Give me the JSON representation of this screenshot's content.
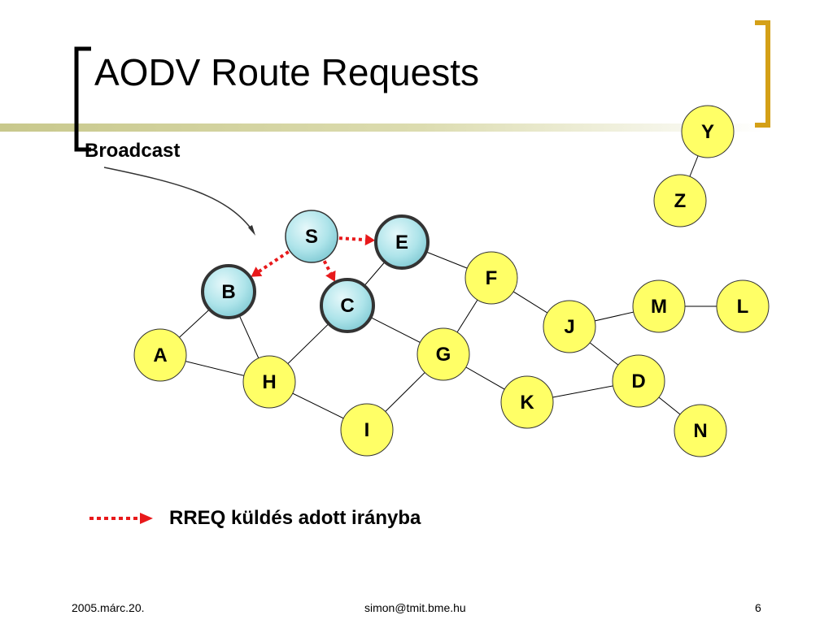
{
  "slide": {
    "title": "AODV Route Requests",
    "subtitle": "Broadcast",
    "legend_label": "RREQ küldés adott irányba",
    "footer": {
      "date": "2005.márc.20.",
      "email": "simon@tmit.bme.hu",
      "page_number": "6"
    }
  },
  "colors": {
    "node_fill": "#ffff66",
    "visited_fill": "#aee4ea",
    "rreq_arrow": "#e8191b",
    "bracket_gold": "#d4a017",
    "title_bar": "#c8c88c"
  },
  "graph": {
    "nodes": [
      {
        "id": "S",
        "label": "S",
        "visited": true
      },
      {
        "id": "E",
        "label": "E",
        "visited": true
      },
      {
        "id": "B",
        "label": "B",
        "visited": true
      },
      {
        "id": "C",
        "label": "C",
        "visited": true
      },
      {
        "id": "A",
        "label": "A",
        "visited": false
      },
      {
        "id": "H",
        "label": "H",
        "visited": false
      },
      {
        "id": "I",
        "label": "I",
        "visited": false
      },
      {
        "id": "G",
        "label": "G",
        "visited": false
      },
      {
        "id": "F",
        "label": "F",
        "visited": false
      },
      {
        "id": "J",
        "label": "J",
        "visited": false
      },
      {
        "id": "K",
        "label": "K",
        "visited": false
      },
      {
        "id": "M",
        "label": "M",
        "visited": false
      },
      {
        "id": "L",
        "label": "L",
        "visited": false
      },
      {
        "id": "D",
        "label": "D",
        "visited": false
      },
      {
        "id": "N",
        "label": "N",
        "visited": false
      },
      {
        "id": "Y",
        "label": "Y",
        "visited": false
      },
      {
        "id": "Z",
        "label": "Z",
        "visited": false
      }
    ],
    "edges": [
      [
        "B",
        "A"
      ],
      [
        "B",
        "H"
      ],
      [
        "A",
        "H"
      ],
      [
        "C",
        "H"
      ],
      [
        "C",
        "G"
      ],
      [
        "E",
        "C"
      ],
      [
        "E",
        "F"
      ],
      [
        "F",
        "G"
      ],
      [
        "F",
        "J"
      ],
      [
        "G",
        "K"
      ],
      [
        "H",
        "I"
      ],
      [
        "I",
        "G"
      ],
      [
        "J",
        "M"
      ],
      [
        "M",
        "L"
      ],
      [
        "J",
        "D"
      ],
      [
        "K",
        "D"
      ],
      [
        "D",
        "N"
      ],
      [
        "Y",
        "Z"
      ]
    ],
    "rreq_arrows": [
      [
        "S",
        "E"
      ],
      [
        "S",
        "B"
      ],
      [
        "S",
        "C"
      ]
    ]
  }
}
